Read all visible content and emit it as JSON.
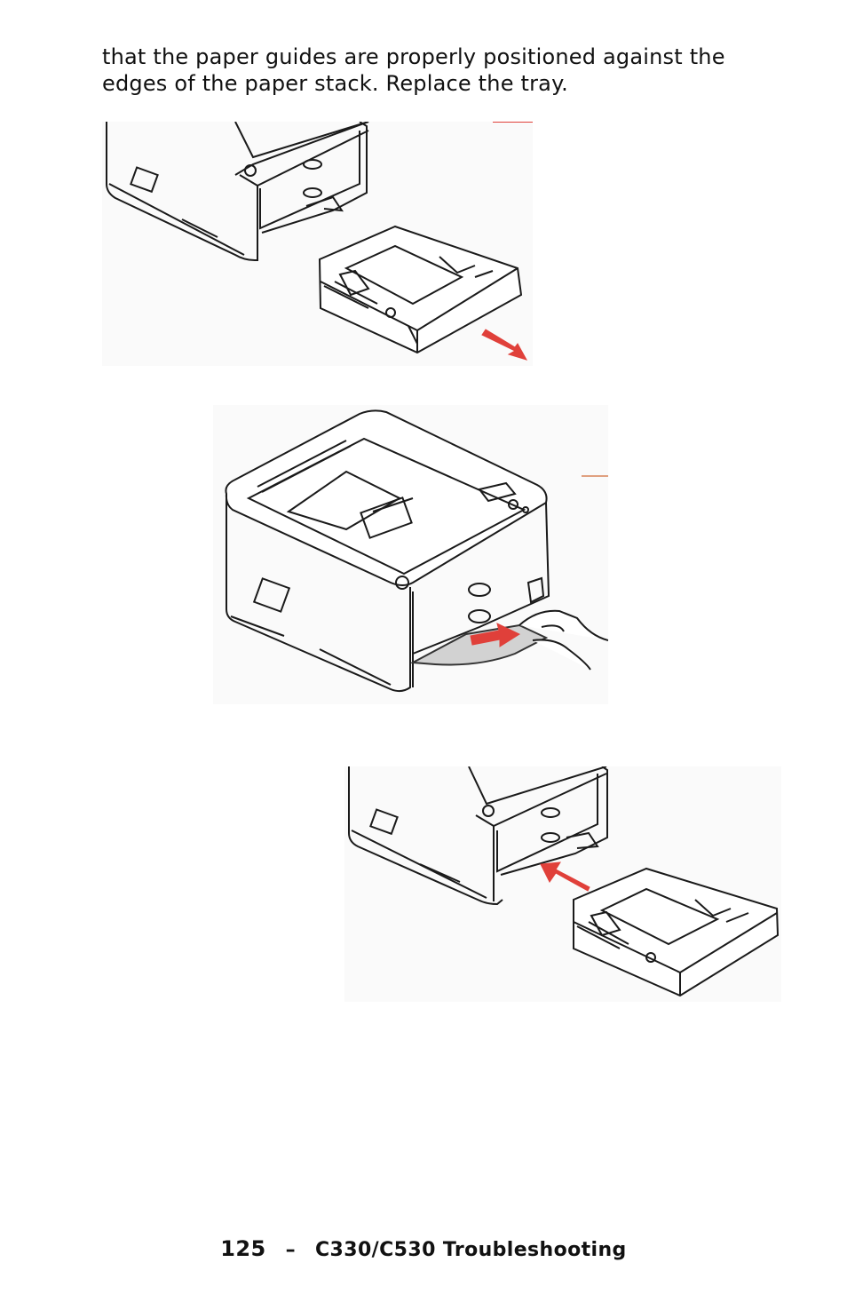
{
  "body": {
    "line1": "that the paper guides are properly positioned against the",
    "line2": "edges of the paper stack. Replace the tray."
  },
  "figures": [
    {
      "icon": "printer-tray-removed-illustration"
    },
    {
      "icon": "printer-paper-removal-illustration"
    },
    {
      "icon": "printer-tray-insert-illustration"
    }
  ],
  "footer": {
    "page_number": "125",
    "separator": "–",
    "section": "C330/C530 Troubleshooting"
  },
  "colors": {
    "arrow_red": "#e0403a",
    "line": "#1a1a1a",
    "paper": "#d2d2d2"
  }
}
